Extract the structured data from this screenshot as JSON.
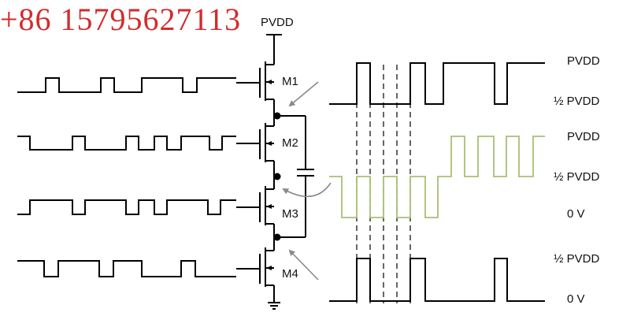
{
  "watermark": "+86 15795627113",
  "supply_label": "PVDD",
  "transistors": [
    "M1",
    "M2",
    "M3",
    "M4"
  ],
  "right_labels": {
    "top_high": "PVDD",
    "top_low": "½ PVDD",
    "mid_high": "PVDD",
    "mid_mid": "½ PVDD",
    "mid_low": "0 V",
    "bot_high": "½ PVDD",
    "bot_low": "0 V"
  },
  "colors": {
    "wave": "#000000",
    "output_wave": "#a9bf74",
    "arrow": "#8a8a8a",
    "watermark": "#d42b2b"
  }
}
